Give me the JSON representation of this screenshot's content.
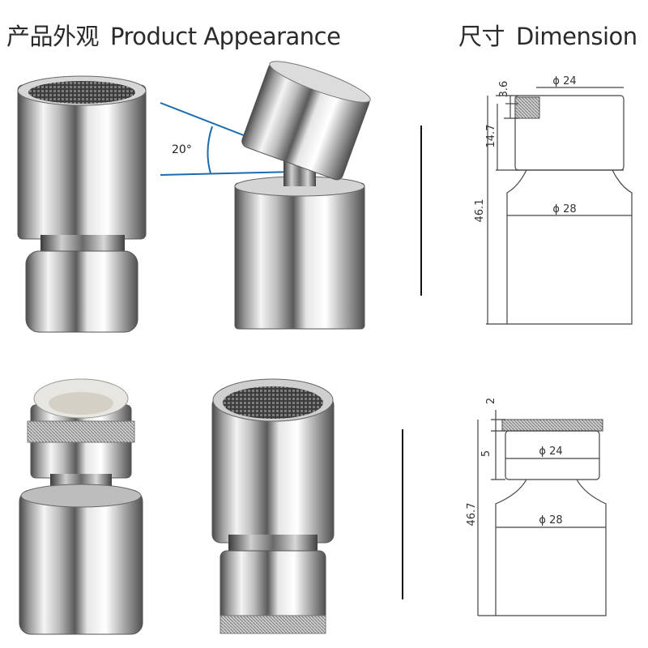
{
  "headings": {
    "appearance_cn": "产品外观",
    "appearance_en": "Product Appearance",
    "dimension_cn": "尺寸",
    "dimension_en": "Dimension"
  },
  "angle_label": "20°",
  "dimensions_top": {
    "thread_height": "3.6",
    "upper_height": "14.7",
    "total_height": "46.1",
    "upper_diameter": "ϕ 24",
    "lower_diameter": "ϕ 28"
  },
  "dimensions_bottom": {
    "thread_height": "2",
    "upper_height": "5",
    "total_height": "46.7",
    "upper_diameter": "ϕ 24",
    "lower_diameter": "ϕ 28"
  }
}
